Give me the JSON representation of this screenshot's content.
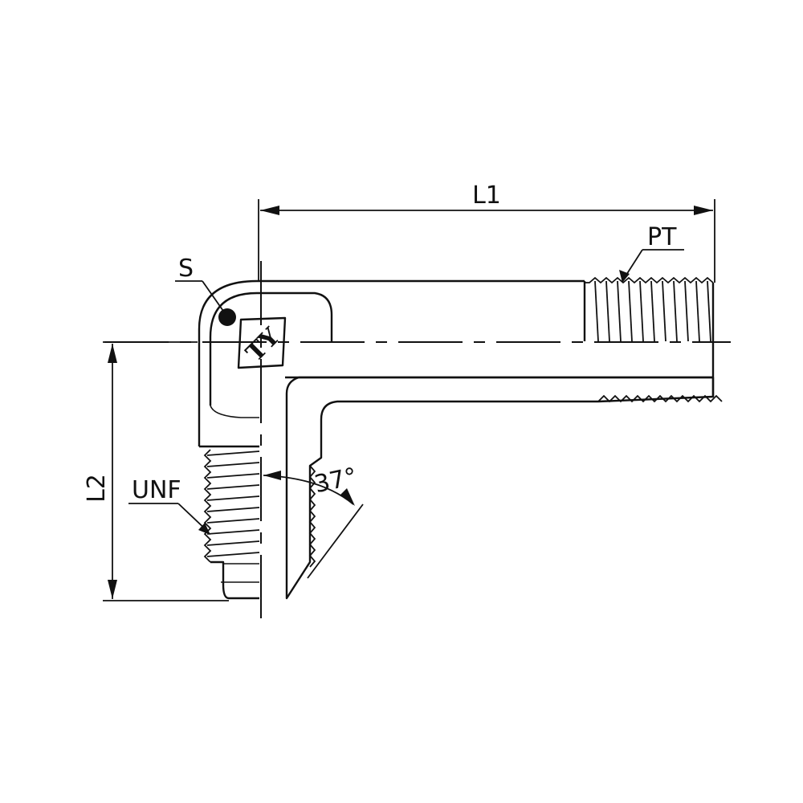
{
  "labels": {
    "l1": "L1",
    "l2": "L2",
    "pt": "PT",
    "s": "S",
    "unf": "UNF",
    "angle": "37°",
    "logo": "TY"
  },
  "colors": {
    "line": "#111111",
    "background": "#ffffff"
  }
}
